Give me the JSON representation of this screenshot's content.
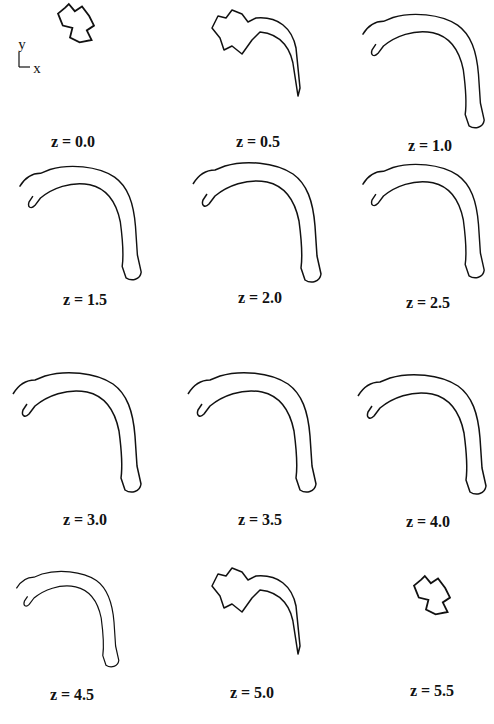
{
  "diagram": {
    "labels": [
      "y",
      "x",
      "z = 0.0",
      "z = 0.5",
      "z = 1.0",
      "z = 1.5",
      "z = 2.0",
      "z = 2.5",
      "z = 3.0",
      "z = 3.5",
      "z = 4.0",
      "z = 4.5",
      "z = 5.0",
      "z = 5.5"
    ]
  }
}
